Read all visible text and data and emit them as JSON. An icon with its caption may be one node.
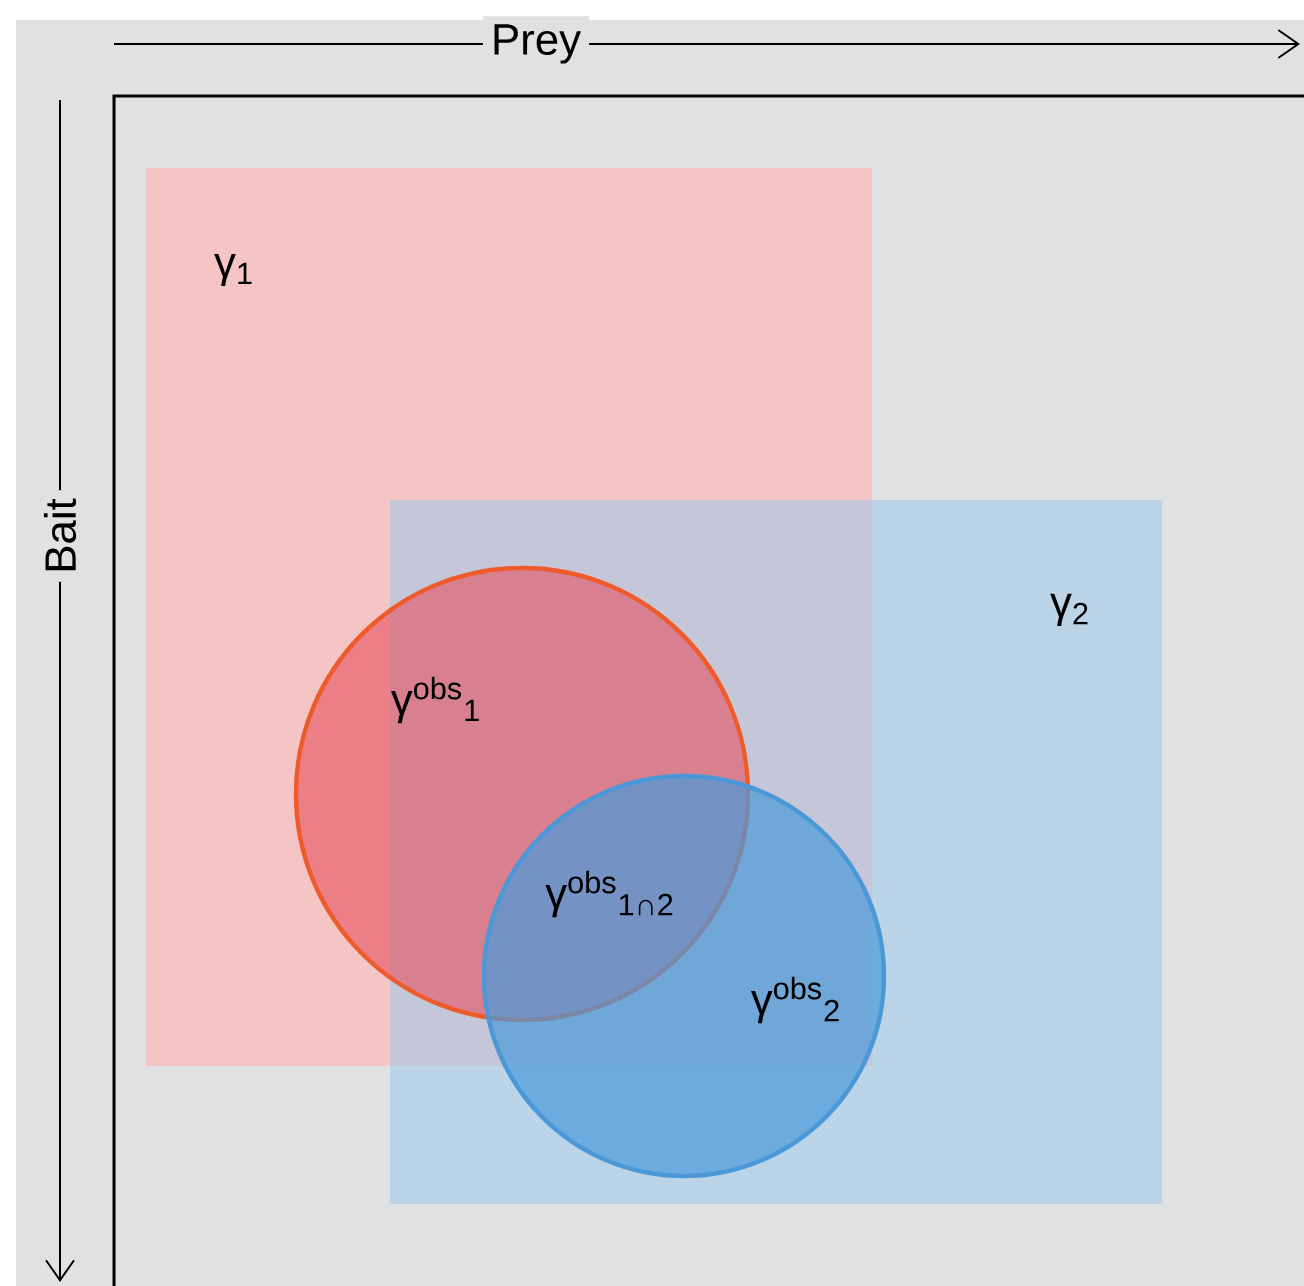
{
  "diagram": {
    "nodes": [
      {
        "text": [
          "γ$_{1}$"
        ]
      },
      {
        "text": [
          "γ$_{2}$"
        ]
      },
      {
        "text": [
          "γ$^{obs}$$_{1}$"
        ],
        "in": 0
      },
      {
        "text": [
          "γ$^{obs}$$_{2}$"
        ],
        "in": 1
      }
    ],
    "labels": [
      "Prey",
      "Bait",
      "γ$^{obs}$$_{1∩2}$"
    ]
  }
}
